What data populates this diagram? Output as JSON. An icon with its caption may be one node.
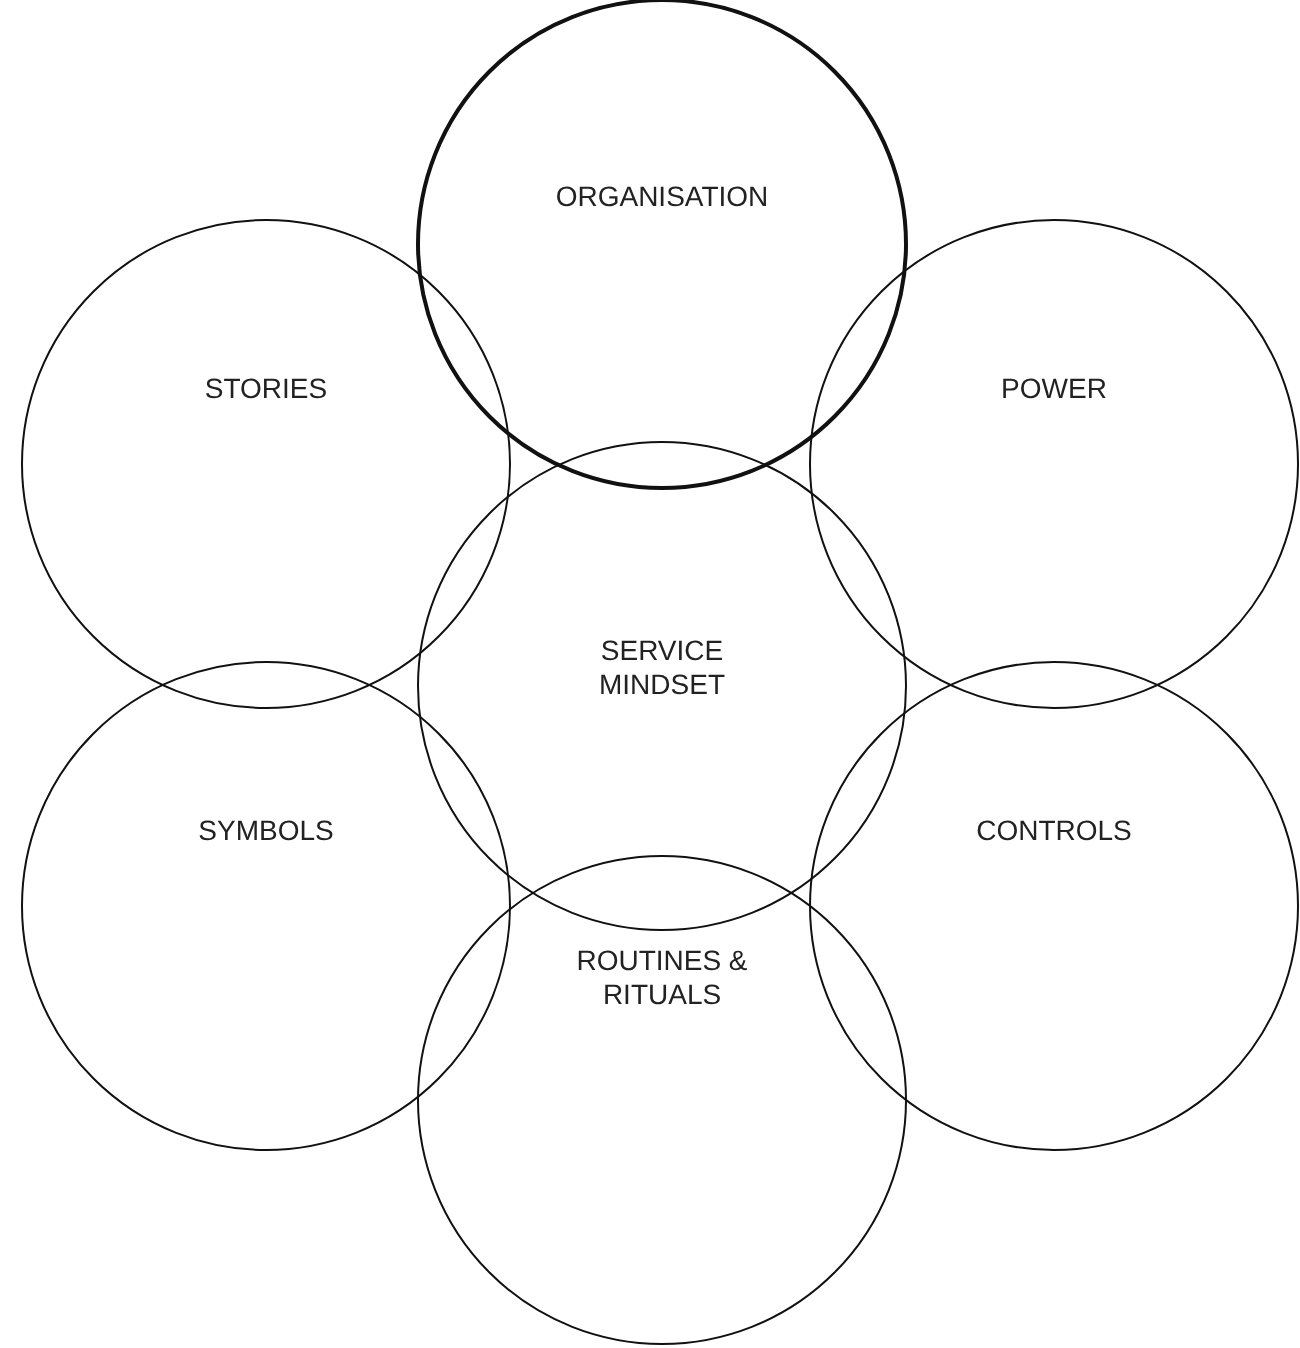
{
  "diagram": {
    "nodes": [
      {
        "text": [
          "ORGANISATION"
        ]
      },
      {
        "text": [
          "STORIES"
        ]
      },
      {
        "text": [
          "POWER"
        ]
      },
      {
        "text": [
          "SERVICE MINDSET"
        ]
      },
      {
        "text": [
          "SYMBOLS"
        ]
      },
      {
        "text": [
          "CONTROLS"
        ]
      },
      {
        "text": [
          "ROUTINES & RITUALS"
        ]
      }
    ]
  }
}
